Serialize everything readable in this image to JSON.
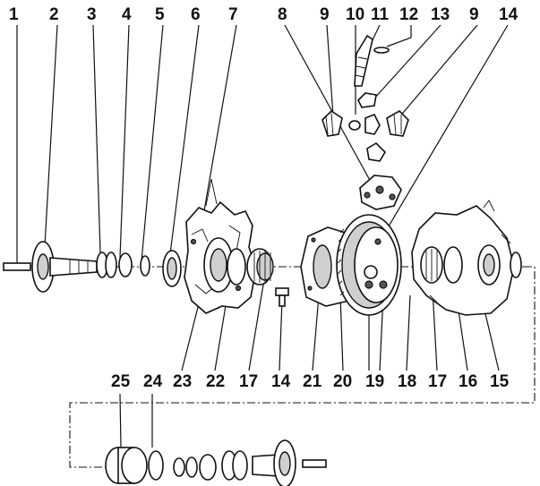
{
  "diagram": {
    "top_labels": [
      "1",
      "2",
      "3",
      "4",
      "5",
      "6",
      "7",
      "8",
      "9",
      "10",
      "11",
      "12",
      "13",
      "9",
      "14"
    ],
    "bottom_labels": [
      "23",
      "22",
      "17",
      "14",
      "21",
      "20",
      "19",
      "18",
      "17",
      "16",
      "15"
    ],
    "inset_labels": [
      "25",
      "24"
    ]
  },
  "colors": {
    "ink": "#111111",
    "paper": "#ffffff",
    "shade": "#cfcfcf"
  }
}
